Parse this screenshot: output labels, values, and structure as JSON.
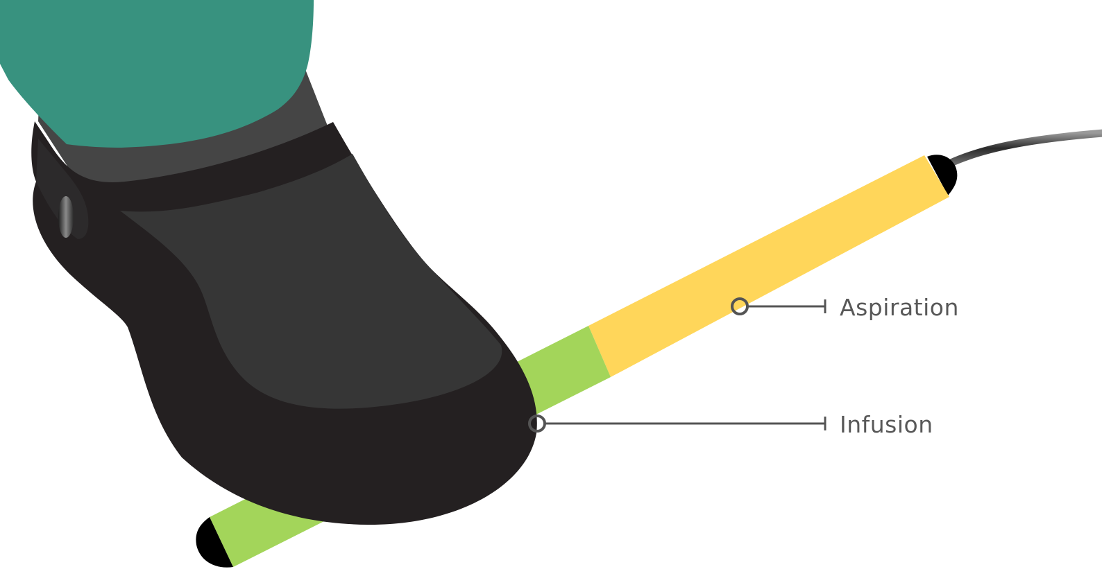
{
  "callouts": {
    "aspiration": {
      "label": "Aspiration"
    },
    "infusion": {
      "label": "Infusion"
    }
  },
  "colors": {
    "background": "#ffffff",
    "scrubs": "#38927F",
    "shoe_body": "#242021",
    "shoe_upper": "#363636",
    "sock": "#454545",
    "yellow_section": "#FFD65A",
    "green_section": "#A3D55A",
    "cap": "#000000",
    "cable": "#3a3a3a",
    "callout_line": "#545454",
    "callout_text": "#585858"
  },
  "icons": {
    "aspiration_marker": "ring-marker",
    "infusion_marker": "ring-marker"
  }
}
